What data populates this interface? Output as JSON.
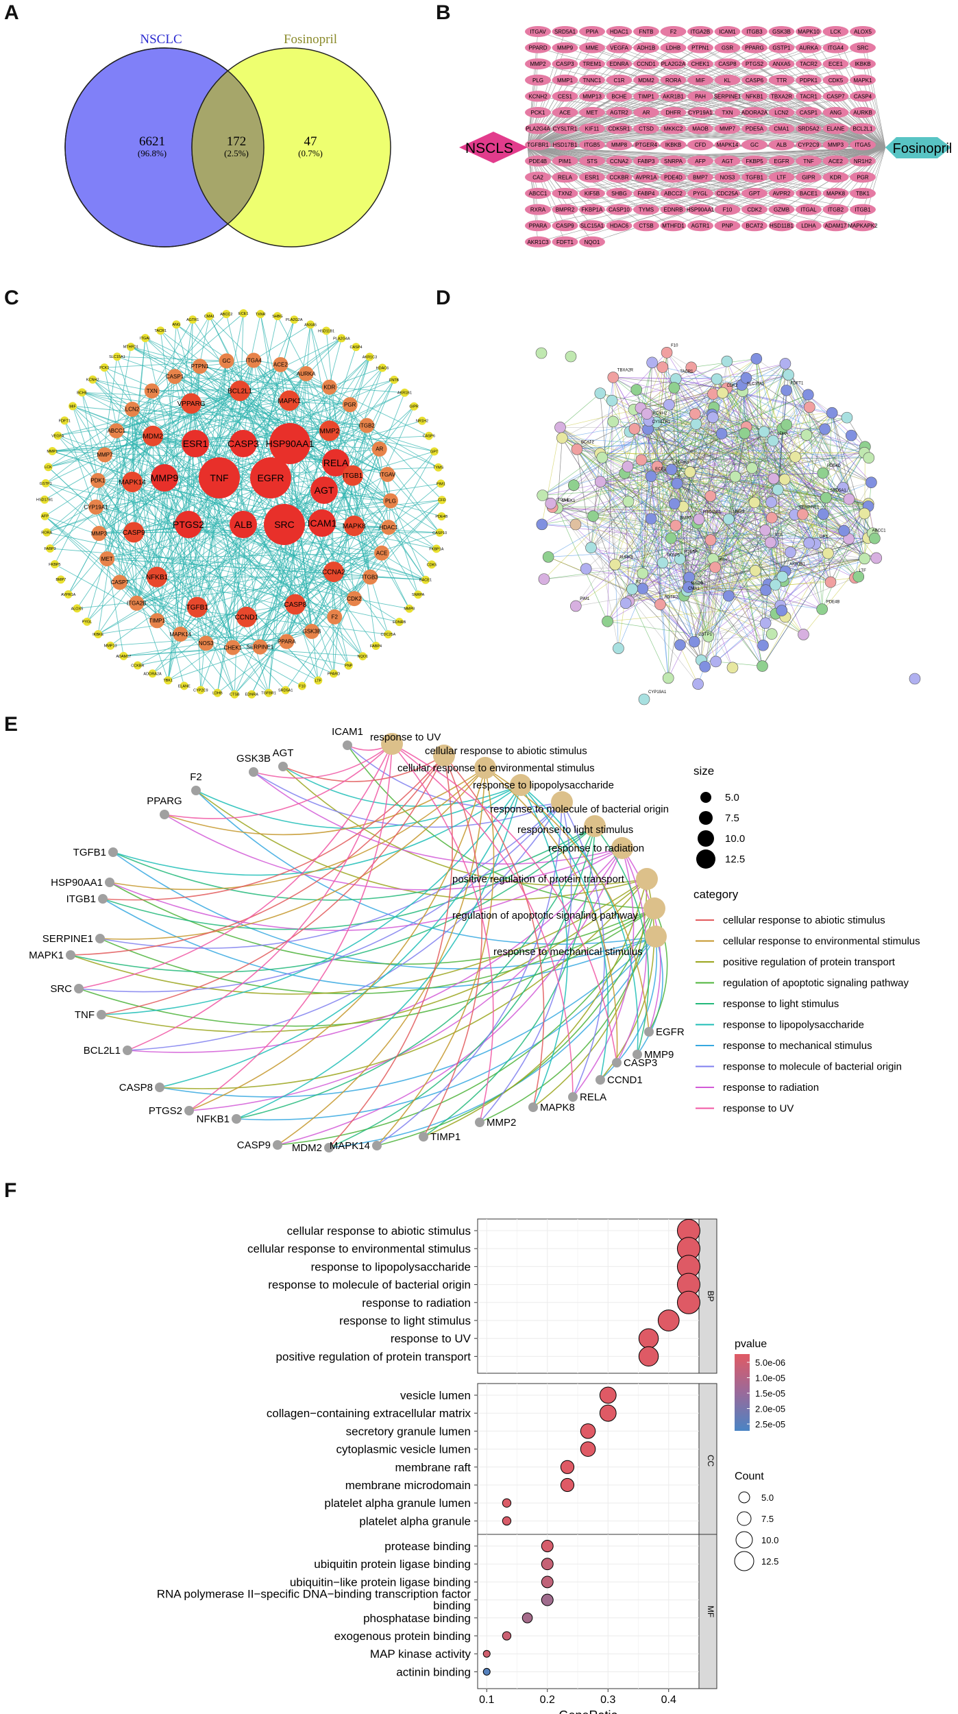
{
  "panels": {
    "A": {
      "label": "A"
    },
    "B": {
      "label": "B"
    },
    "C": {
      "label": "C"
    },
    "D": {
      "label": "D"
    },
    "E": {
      "label": "E"
    },
    "F": {
      "label": "F"
    }
  },
  "venn": {
    "left_label": "NSCLC",
    "right_label": "Fosinopril",
    "left_count": "6621",
    "left_pct": "(96.8%)",
    "mid_count": "172",
    "mid_pct": "(2.5%)",
    "right_count": "47",
    "right_pct": "(0.7%)",
    "colors": {
      "left": "#8080f8",
      "right": "#eeff70",
      "mid": "#a6a66a"
    }
  },
  "netB": {
    "left_node": "NSCLS",
    "right_node": "Fosinopril",
    "left_color": "#e23c8c",
    "right_color": "#58c4c4",
    "node_color": "#e57aa3",
    "genes": [
      [
        "ITGAV",
        "SRD5A1",
        "PPIA",
        "HDAC1",
        "FNTB",
        "F2",
        "ITGA2B",
        "ICAM1",
        "ITGB3",
        "GSK3B",
        "MAPK10",
        "LCK",
        "ALOX5"
      ],
      [
        "PPARD",
        "MMP9",
        "MME",
        "VEGFA",
        "ADH1B",
        "LDHB",
        "PTPN1",
        "GSR",
        "PPARG",
        "GSTP1",
        "AURKA",
        "ITGA4",
        "SRC"
      ],
      [
        "MMP2",
        "CASP3",
        "TREM1",
        "EDNRA",
        "CCND1",
        "PLA2G2A",
        "CHEK1",
        "CASP8",
        "PTGS2",
        "ANXA5",
        "TACR2",
        "ECE1",
        "IKBKB"
      ],
      [
        "PLG",
        "MMP1",
        "TNNC1",
        "C1R",
        "MDM2",
        "RORA",
        "MIF",
        "KL",
        "CASP6",
        "TTR",
        "PDPK1",
        "CDK5",
        "MAPK1"
      ],
      [
        "KCNH2",
        "CES1",
        "MMP13",
        "BCHE",
        "TIMP1",
        "AKR1B1",
        "PAH",
        "SERPINE1",
        "NFKB1",
        "TBXA2R",
        "TACR1",
        "CASP7",
        "CASP4"
      ],
      [
        "PCK1",
        "ACE",
        "MET",
        "AGTR2",
        "AR",
        "DHFR",
        "CYP19A1",
        "TXN",
        "ADORA2A",
        "LCN2",
        "CASP1",
        "ANG",
        "AURKB"
      ],
      [
        "PLA2G4A",
        "CYSLTR1",
        "KIF11",
        "CDK5R1",
        "CTSD",
        "MKKC2",
        "MAOB",
        "MMP7",
        "PDE5A",
        "CMA1",
        "SRD5A2",
        "ELANE",
        "BCL2L1"
      ],
      [
        "TGFBR1",
        "HSD17B1",
        "ITGB5",
        "MMP8",
        "PTGER4",
        "IKBKB",
        "CFD",
        "MAPK14",
        "GC",
        "ALB",
        "CYP2C9",
        "MMP3",
        "ITGA5"
      ],
      [
        "PDE4B",
        "PIM1",
        "STS",
        "CCNA2",
        "FABP3",
        "SNRPA",
        "AFP",
        "AGT",
        "FKBP5",
        "EGFR",
        "TNF",
        "ACE2",
        "NR1H2"
      ],
      [
        "CA2",
        "RELA",
        "ESR1",
        "CCKBR",
        "AVPR1A",
        "PDE4D",
        "BMP7",
        "NOS3",
        "TGFB1",
        "LTF",
        "GIPR",
        "KDR",
        "PGR"
      ],
      [
        "ABCC1",
        "TXN2",
        "KIF5B",
        "SHBG",
        "FABP4",
        "ABCC2",
        "PYGL",
        "CDC25A",
        "GPT",
        "AVPR2",
        "BACE1",
        "MAPK8",
        "TBK1"
      ],
      [
        "RXRA",
        "BMPR2",
        "FKBP1A",
        "CASP10",
        "TYMS",
        "EDNRB",
        "HSP90AA1",
        "F10",
        "CDK2",
        "GZMB",
        "ITGAL",
        "ITGB2",
        "ITGB1"
      ],
      [
        "PPARA",
        "CASP9",
        "SLC15A1",
        "HDAC6",
        "CTSB",
        "MTHFD1",
        "AGTR1",
        "PNP",
        "BCAT2",
        "HSD11B1",
        "LDHA",
        "ADAM17",
        "MAPKAPK2"
      ],
      [
        "AKR1C3",
        "FDFT1",
        "NQO1"
      ]
    ]
  },
  "netC": {
    "center": [
      "ESR1",
      "CASP3",
      "HSP90AA1",
      "RELA",
      "MMP9",
      "TNF",
      "EGFR",
      "AGT",
      "PTGS2",
      "ALB",
      "SRC",
      "ICAM1"
    ],
    "ring2": [
      "BCL2L1",
      "MAPK1",
      "MMP2",
      "ITGB1",
      "MAPK8",
      "CCNA2",
      "CASP8",
      "CCND1",
      "TGFB1",
      "NFKB1",
      "CASP9",
      "MAPK14",
      "MDM2",
      "VPPARG"
    ],
    "ring3": [
      "ITGA4",
      "ACE2",
      "AURKA",
      "KDR",
      "PGR",
      "ITGB2",
      "AR",
      "ITGAV",
      "PLG",
      "HDAC1",
      "ACE",
      "ITGB3",
      "CDK2",
      "F2",
      "GSK3B",
      "PPARA",
      "SERPINE1",
      "CHEK1",
      "NOS3",
      "MAPK14",
      "TIMP1",
      "ITGA2B",
      "CASP7",
      "MET",
      "MMP3",
      "CYP19A1",
      "PDK1",
      "MMP7",
      "ABCC1",
      "LCN2",
      "TXN",
      "CASP1",
      "PTPN1",
      "GC"
    ],
    "ring4": [
      "ECE1",
      "TXNR",
      "SHBG",
      "PLA2G2A",
      "ANXA5",
      "HSD11B1",
      "PLA2G4A",
      "CASP4",
      "AKR1C3",
      "HDAC6",
      "FNTB",
      "AKR1B1",
      "GIPR",
      "NR1H2",
      "CASP6",
      "GPT",
      "TYMS",
      "PIM1",
      "CFD",
      "PDE4B",
      "CASP10",
      "FKBP1A",
      "CDK5",
      "BACE1",
      "SNRPA",
      "MMP8",
      "EDNRB",
      "CDC25A",
      "FABP4",
      "NQO1",
      "PNP",
      "PPARD",
      "LTF",
      "F10",
      "SRD5A1",
      "TGFBR1",
      "EDNRA",
      "CTSB",
      "LDHB",
      "CYP2C9",
      "ELANE",
      "TBK1",
      "ADORA2A",
      "CCKBR",
      "ADAM17",
      "MMP13",
      "IKBKE",
      "PYGL",
      "ALOX5",
      "AVPR1A",
      "BMP7",
      "FKBP5",
      "FABP3",
      "RORA",
      "AFP",
      "HSD17B1",
      "GSTP1",
      "LCK",
      "MMP1",
      "VEGFA",
      "FDFT1",
      "MIF",
      "BCHE",
      "KCNH2",
      "PCK1",
      "SLC15A1",
      "MTHFD1",
      "ITGAL",
      "TACR1",
      "ANG",
      "AGTR1",
      "CMA1",
      "ABCC2"
    ],
    "colors": {
      "center": "#e8302a",
      "ring2": "#e8482c",
      "ring3": "#e7834a",
      "ring4": "#e9e030",
      "edge": "#30b4b0"
    }
  },
  "netD": {
    "labels": [
      "F10",
      "MMP8",
      "ECE1",
      "SERPINE1",
      "ABCC1",
      "SLC15A1",
      "AGTR2",
      "CMA1",
      "TBXA2R",
      "CYSLTR1",
      "MAOB",
      "TACR1",
      "KCNH2",
      "LTF",
      "PDE5A",
      "F2",
      "ITGA4",
      "CDK2",
      "FKBP5",
      "BMP7",
      "HSD11B1",
      "PIM1",
      "STS",
      "FDFT1",
      "SRD5A1",
      "CYP19A1",
      "PDPK1",
      "PDE4D",
      "PDE4B",
      "AKR1B1",
      "LDHA",
      "BCAT2",
      "CHEK1",
      "AURKB",
      "GSTP1",
      "PAH",
      "GPT"
    ]
  },
  "cnet": {
    "genes": [
      "ICAM1",
      "AGT",
      "GSK3B",
      "F2",
      "PPARG",
      "TGFB1",
      "HSP90AA1",
      "ITGB1",
      "SERPINE1",
      "MAPK1",
      "SRC",
      "TNF",
      "BCL2L1",
      "CASP8",
      "PTGS2",
      "NFKB1",
      "CASP9",
      "MDM2",
      "MAPK14",
      "TIMP1",
      "MMP2",
      "MAPK8",
      "RELA",
      "CCND1",
      "CASP3",
      "MMP9",
      "EGFR"
    ],
    "terms": [
      "response to UV",
      "cellular response to abiotic stimulus",
      "cellular response to environmental stimulus",
      "response to lipopolysaccharide",
      "response to molecule of bacterial origin",
      "response to light stimulus",
      "response to radiation",
      "positive regulation of protein transport",
      "regulation of apoptotic signaling pathway",
      "response to mechanical stimulus"
    ],
    "size_title": "size",
    "size_legend": [
      "5.0",
      "7.5",
      "10.0",
      "12.5"
    ],
    "category_title": "category",
    "categories": [
      {
        "name": "cellular response to abiotic stimulus",
        "color": "#e2595b"
      },
      {
        "name": "cellular response to environmental stimulus",
        "color": "#c4962a"
      },
      {
        "name": "positive regulation of protein transport",
        "color": "#9aa51c"
      },
      {
        "name": "regulation of apoptotic signaling pathway",
        "color": "#4cb33a"
      },
      {
        "name": "response to light stimulus",
        "color": "#22b87a"
      },
      {
        "name": "response to lipopolysaccharide",
        "color": "#1cbdb6"
      },
      {
        "name": "response to mechanical stimulus",
        "color": "#36a8e0"
      },
      {
        "name": "response to molecule of bacterial origin",
        "color": "#7f7fef"
      },
      {
        "name": "response to radiation",
        "color": "#d25ad7"
      },
      {
        "name": "response to UV",
        "color": "#f056a3"
      }
    ],
    "gene_color": "#a0a0a0",
    "term_color": "#dcc08a"
  },
  "chart_data": {
    "type": "scatter",
    "title": "",
    "xlabel": "GeneRatio",
    "ylabel": "",
    "xlim": [
      0.085,
      0.45
    ],
    "xticks": [
      "0.1",
      "0.2",
      "0.3",
      "0.4"
    ],
    "facets": [
      {
        "name": "BP",
        "terms": [
          {
            "term": "cellular response to abiotic stimulus",
            "x": 0.433,
            "count": 13,
            "p": 2e-07
          },
          {
            "term": "cellular response to environmental stimulus",
            "x": 0.433,
            "count": 13,
            "p": 2e-07
          },
          {
            "term": "response to lipopolysaccharide",
            "x": 0.433,
            "count": 13,
            "p": 3e-07
          },
          {
            "term": "response to molecule of bacterial origin",
            "x": 0.433,
            "count": 13,
            "p": 3e-07
          },
          {
            "term": "response to radiation",
            "x": 0.433,
            "count": 13,
            "p": 3e-07
          },
          {
            "term": "response to light stimulus",
            "x": 0.4,
            "count": 12,
            "p": 3e-07
          },
          {
            "term": "response to UV",
            "x": 0.367,
            "count": 11,
            "p": 3e-07
          },
          {
            "term": "positive regulation of protein transport",
            "x": 0.367,
            "count": 11,
            "p": 3e-07
          }
        ]
      },
      {
        "name": "CC",
        "terms": [
          {
            "term": "vesicle lumen",
            "x": 0.3,
            "count": 9,
            "p": 2e-07
          },
          {
            "term": "collagen−containing extracellular matrix",
            "x": 0.3,
            "count": 9,
            "p": 2e-07
          },
          {
            "term": "secretory granule lumen",
            "x": 0.267,
            "count": 8,
            "p": 2e-07
          },
          {
            "term": "cytoplasmic vesicle lumen",
            "x": 0.267,
            "count": 8,
            "p": 2e-07
          },
          {
            "term": "membrane raft",
            "x": 0.233,
            "count": 7,
            "p": 2e-07
          },
          {
            "term": "membrane microdomain",
            "x": 0.233,
            "count": 7,
            "p": 2e-07
          },
          {
            "term": "platelet alpha granule lumen",
            "x": 0.133,
            "count": 4,
            "p": 1e-06
          },
          {
            "term": "platelet alpha granule",
            "x": 0.133,
            "count": 4,
            "p": 1.5e-06
          }
        ]
      },
      {
        "name": "MF",
        "terms": [
          {
            "term": "protease binding",
            "x": 0.2,
            "count": 6,
            "p": 2e-06
          },
          {
            "term": "ubiquitin protein ligase binding",
            "x": 0.2,
            "count": 6,
            "p": 5e-06
          },
          {
            "term": "ubiquitin−like protein ligase binding",
            "x": 0.2,
            "count": 6,
            "p": 6e-06
          },
          {
            "term": "RNA polymerase II−specific DNA−binding transcription factor\nbinding",
            "x": 0.2,
            "count": 6,
            "p": 1.2e-05
          },
          {
            "term": "phosphatase binding",
            "x": 0.167,
            "count": 5,
            "p": 1.1e-05
          },
          {
            "term": "exogenous protein binding",
            "x": 0.133,
            "count": 4,
            "p": 4e-06
          },
          {
            "term": "MAP kinase activity",
            "x": 0.1,
            "count": 3,
            "p": 3e-06
          },
          {
            "term": "actinin binding",
            "x": 0.1,
            "count": 3,
            "p": 2.6e-05
          }
        ]
      }
    ],
    "pvalue_legend": {
      "title": "pvalue",
      "ticks": [
        "5.0e-06",
        "1.0e-05",
        "1.5e-05",
        "2.0e-05",
        "2.5e-05"
      ],
      "range": [
        2.8e-05,
        0
      ],
      "high_color": "#e05a64",
      "low_color": "#4a84c4"
    },
    "count_legend": {
      "title": "Count",
      "ticks": [
        "5.0",
        "7.5",
        "10.0",
        "12.5"
      ]
    }
  }
}
